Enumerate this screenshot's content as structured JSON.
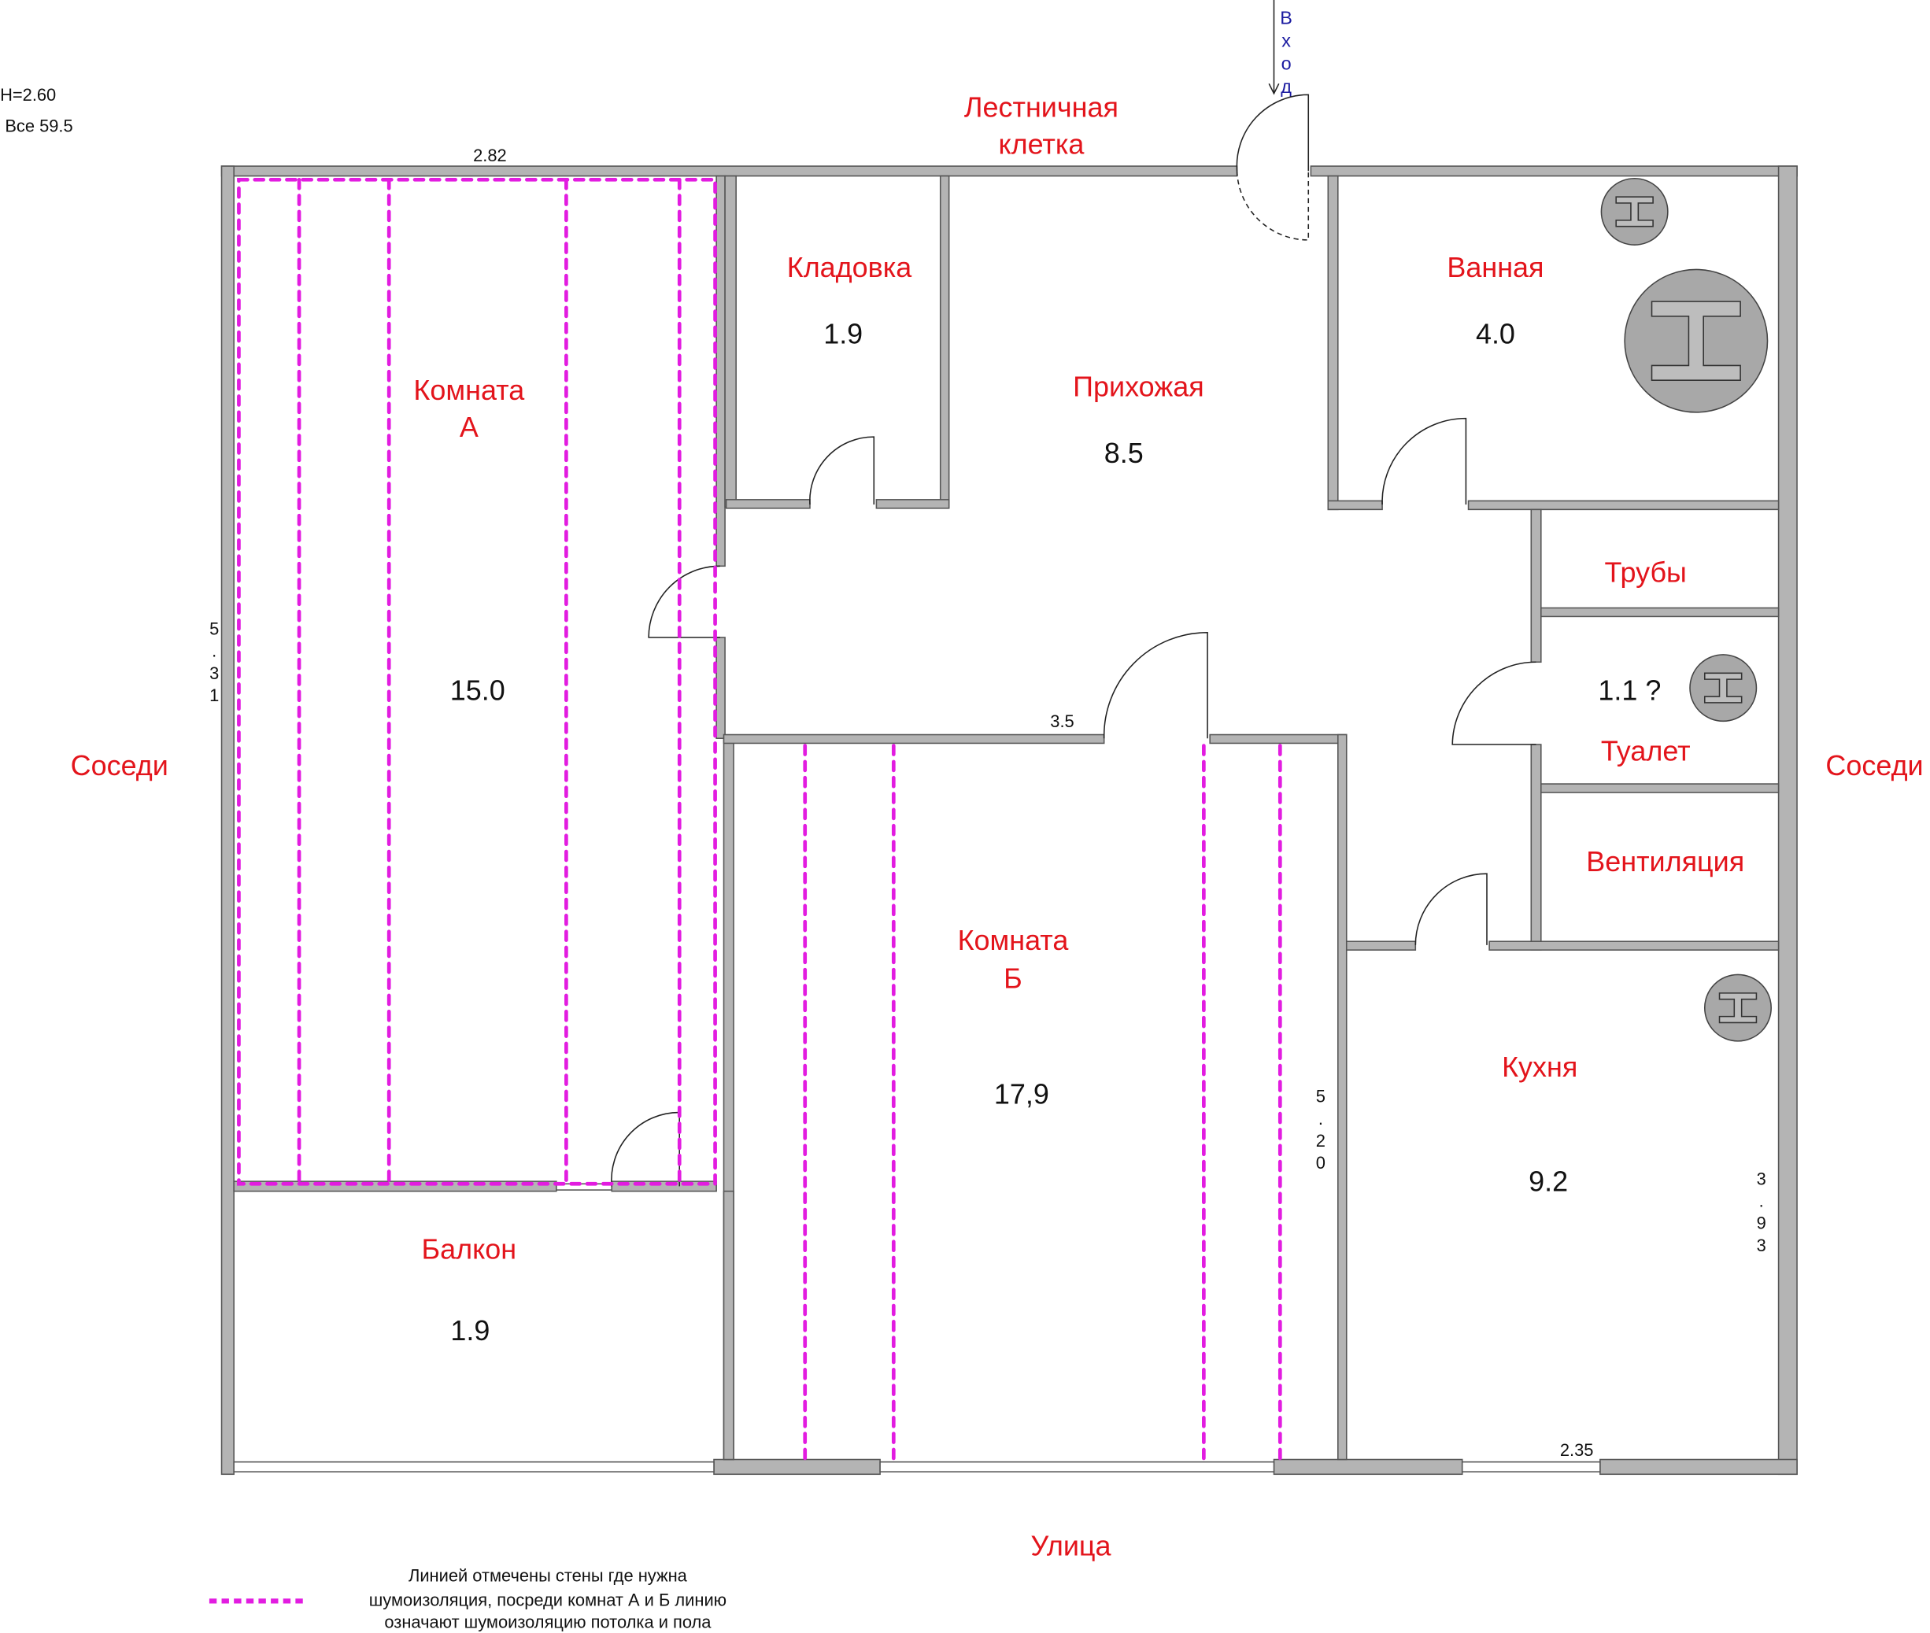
{
  "header": {
    "height": "H=2.60",
    "total": "Все 59.5"
  },
  "entrance": {
    "label": "Вход",
    "color": "#1a1aa0"
  },
  "outside": {
    "top_line1": "Лестничная",
    "top_line2": "клетка",
    "left": "Соседи",
    "right": "Соседи",
    "bottom": "Улица"
  },
  "rooms": {
    "room_a": {
      "line1": "Комната",
      "line2": "А",
      "area": "15.0"
    },
    "storage": {
      "name": "Кладовка",
      "area": "1.9"
    },
    "hallway": {
      "name": "Прихожая",
      "area": "8.5"
    },
    "bathroom": {
      "name": "Ванная",
      "area": "4.0"
    },
    "pipes": {
      "name": "Трубы"
    },
    "toilet": {
      "name": "Туалет",
      "area": "1.1 ?"
    },
    "ventilation": {
      "name": "Вентиляция"
    },
    "room_b": {
      "line1": "Комната",
      "line2": "Б",
      "area": "17,9"
    },
    "kitchen": {
      "name": "Кухня",
      "area": "9.2"
    },
    "balcony": {
      "name": "Балкон",
      "area": "1.9"
    }
  },
  "dimensions": {
    "top_a": "2.82",
    "left_a": "5.31",
    "room_b_top": "3.5",
    "room_b_right": "5.20",
    "kitchen_right": "3.93",
    "kitchen_bottom": "2.35"
  },
  "legend": {
    "line1": "Линией отмечены стены где нужна",
    "line2": "шумоизоляция, посреди комнат А и Б линию",
    "line3": "означают шумоизоляцию потолка и пола"
  },
  "colors": {
    "label": "#e3141b",
    "insulation": "#e21ce0",
    "wall": "#b4b4b4"
  }
}
